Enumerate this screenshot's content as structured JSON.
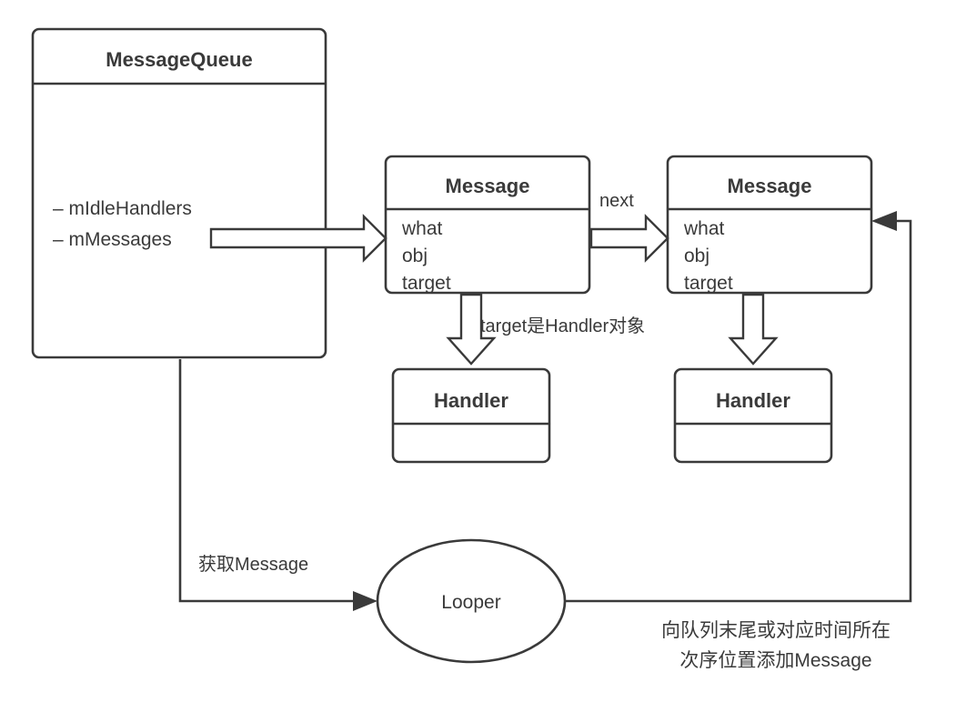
{
  "diagram": {
    "title": "Android MessageQueue Looper Handler flow",
    "background_color": "#ffffff",
    "stroke_color": "#3a3a3a",
    "text_color": "#3a3a3a"
  },
  "message_queue": {
    "title": "MessageQueue",
    "attributes": [
      "– mIdleHandlers",
      "– mMessages"
    ]
  },
  "message_nodes": [
    {
      "title": "Message",
      "attributes": [
        "what",
        "obj",
        "target"
      ]
    },
    {
      "title": "Message",
      "attributes": [
        "what",
        "obj",
        "target"
      ]
    }
  ],
  "handler_nodes": [
    {
      "title": "Handler"
    },
    {
      "title": "Handler"
    }
  ],
  "looper": {
    "label": "Looper"
  },
  "edge_labels": {
    "next": "next",
    "target_note": "target是Handler对象",
    "fetch_message": "获取Message",
    "enqueue_line1": "向队列末尾或对应时间所在",
    "enqueue_line2": "次序位置添加Message"
  }
}
